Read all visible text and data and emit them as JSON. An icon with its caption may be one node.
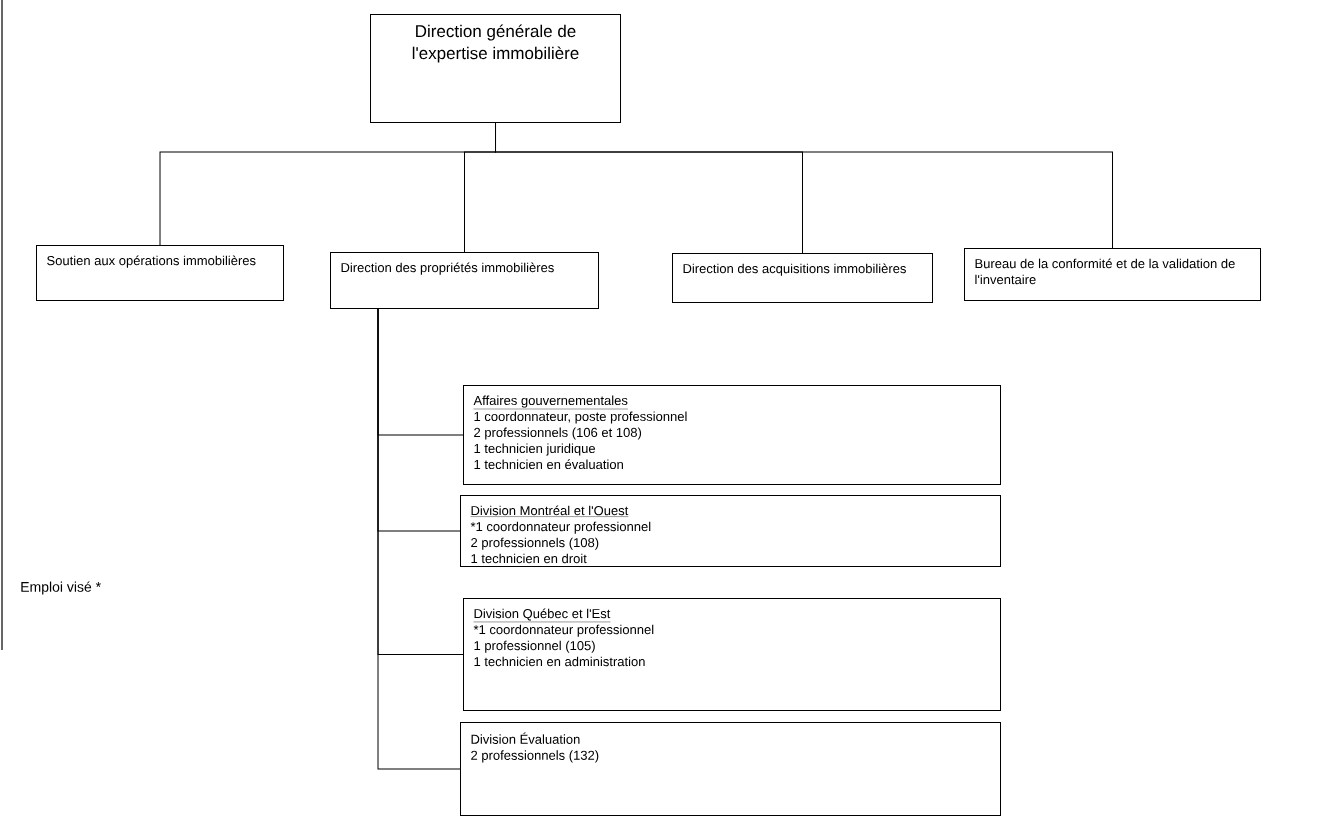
{
  "diagram": {
    "nodes": [
      {
        "text": [
          "Direction générale de l'expertise immobilière"
        ]
      },
      {
        "text": [
          "Soutien aux opérations immobilières"
        ]
      },
      {
        "text": [
          "Direction des propriétés immobilières"
        ]
      },
      {
        "text": [
          "Direction des acquisitions immobilières"
        ]
      },
      {
        "text": [
          "Bureau de la conformité et de la validation de l'inventaire"
        ]
      },
      {
        "text": [
          "Affaires gouvernementales",
          "1 coordonnateur, poste professionnel",
          "2 professionnels (106 et 108)",
          "1 technicien juridique",
          "1 technicien en évaluation"
        ]
      },
      {
        "text": [
          "Division Montréal et l'Ouest",
          "*1 coordonnateur professionnel",
          "2 professionnels (108)",
          "1 technicien en droit"
        ]
      },
      {
        "text": [
          "Division Québec et l'Est",
          "*1 coordonnateur professionnel",
          "1 professionnel (105)",
          "1 technicien en administration"
        ]
      },
      {
        "text": [
          "Division Évaluation",
          "2 professionnels (132)"
        ]
      }
    ],
    "edges": [
      {
        "from": 0,
        "to": 1,
        "arrow": "none"
      },
      {
        "from": 0,
        "to": 2,
        "arrow": "none"
      },
      {
        "from": 0,
        "to": 3,
        "arrow": "none"
      },
      {
        "from": 0,
        "to": 4,
        "arrow": "none"
      },
      {
        "from": 2,
        "to": 5,
        "arrow": "none"
      },
      {
        "from": 2,
        "to": 6,
        "arrow": "none"
      },
      {
        "from": 2,
        "to": 7,
        "arrow": "none"
      },
      {
        "from": 2,
        "to": 8,
        "arrow": "none"
      }
    ],
    "labels": [
      "Emploi visé *"
    ]
  }
}
